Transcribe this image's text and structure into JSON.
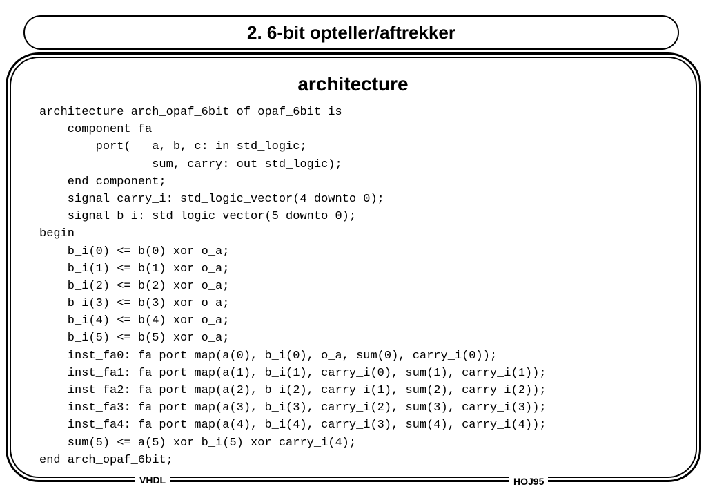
{
  "slide": {
    "title": "2. 6-bit opteller/aftrekker",
    "heading": "architecture",
    "code_lines": [
      "architecture arch_opaf_6bit of opaf_6bit is",
      "    component fa",
      "        port(   a, b, c: in std_logic;",
      "                sum, carry: out std_logic);",
      "    end component;",
      "    signal carry_i: std_logic_vector(4 downto 0);",
      "    signal b_i: std_logic_vector(5 downto 0);",
      "begin",
      "    b_i(0) <= b(0) xor o_a;",
      "    b_i(1) <= b(1) xor o_a;",
      "    b_i(2) <= b(2) xor o_a;",
      "    b_i(3) <= b(3) xor o_a;",
      "    b_i(4) <= b(4) xor o_a;",
      "    b_i(5) <= b(5) xor o_a;",
      "    inst_fa0: fa port map(a(0), b_i(0), o_a, sum(0), carry_i(0));",
      "    inst_fa1: fa port map(a(1), b_i(1), carry_i(0), sum(1), carry_i(1));",
      "    inst_fa2: fa port map(a(2), b_i(2), carry_i(1), sum(2), carry_i(2));",
      "    inst_fa3: fa port map(a(3), b_i(3), carry_i(2), sum(3), carry_i(3));",
      "    inst_fa4: fa port map(a(4), b_i(4), carry_i(3), sum(4), carry_i(4));",
      "    sum(5) <= a(5) xor b_i(5) xor carry_i(4);",
      "end arch_opaf_6bit;"
    ],
    "footer": {
      "left": "VHDL",
      "right": "HOJ95"
    }
  }
}
